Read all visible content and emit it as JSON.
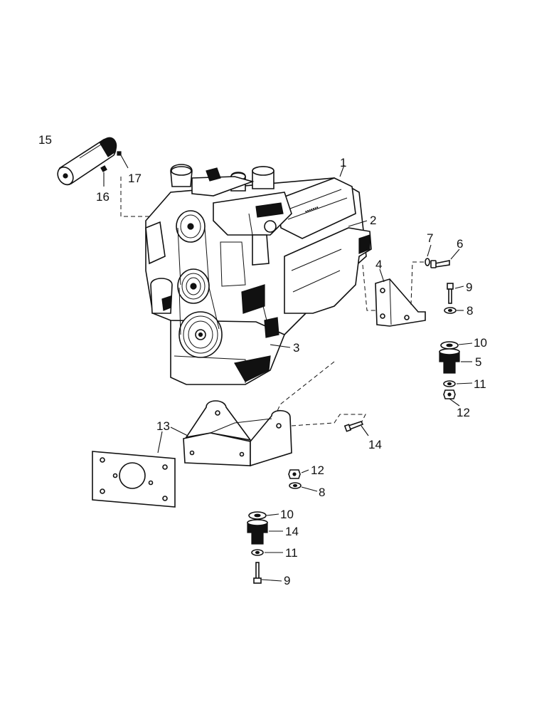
{
  "callouts": {
    "c1": "1",
    "c2": "2",
    "c3": "3",
    "c4": "4",
    "c5": "5",
    "c6": "6",
    "c7": "7",
    "c8a": "8",
    "c8b": "8",
    "c9a": "9",
    "c9b": "9",
    "c10a": "10",
    "c10b": "10",
    "c11a": "11",
    "c11b": "11",
    "c12a": "12",
    "c12b": "12",
    "c13": "13",
    "c14a": "14",
    "c14b": "14",
    "c15": "15",
    "c16": "16",
    "c17": "17"
  },
  "colors": {
    "ink": "#111111",
    "paper": "#ffffff"
  }
}
